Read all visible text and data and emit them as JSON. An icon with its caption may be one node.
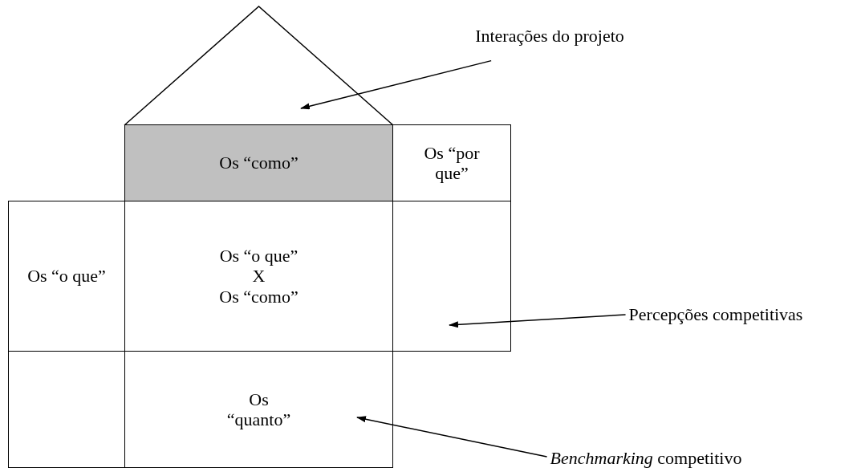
{
  "diagram": {
    "nodes": [
      {
        "text": [],
        "shape": "triangle"
      },
      {
        "text": [
          "Os “como”"
        ]
      },
      {
        "text": [
          "Os “por que”"
        ]
      },
      {
        "text": [
          "Os “o que”"
        ]
      },
      {
        "text": [
          "Os “o que”",
          "X",
          "Os “como”"
        ]
      },
      {
        "text": [],
        "shape": "box"
      },
      {
        "text": [],
        "shape": "box"
      },
      {
        "text": [
          "Os “quanto”"
        ]
      },
      {
        "text": [
          "Interações do projeto"
        ]
      },
      {
        "text": [
          "Percepções competitivas"
        ]
      },
      {
        "text": [
          "*Benchmarking* competitivo"
        ]
      }
    ],
    "edges": [
      {
        "from": 8,
        "to": 0,
        "arrow": "to"
      },
      {
        "from": 9,
        "to": 5,
        "arrow": "to"
      },
      {
        "from": 10,
        "to": 7,
        "arrow": "to"
      }
    ]
  }
}
